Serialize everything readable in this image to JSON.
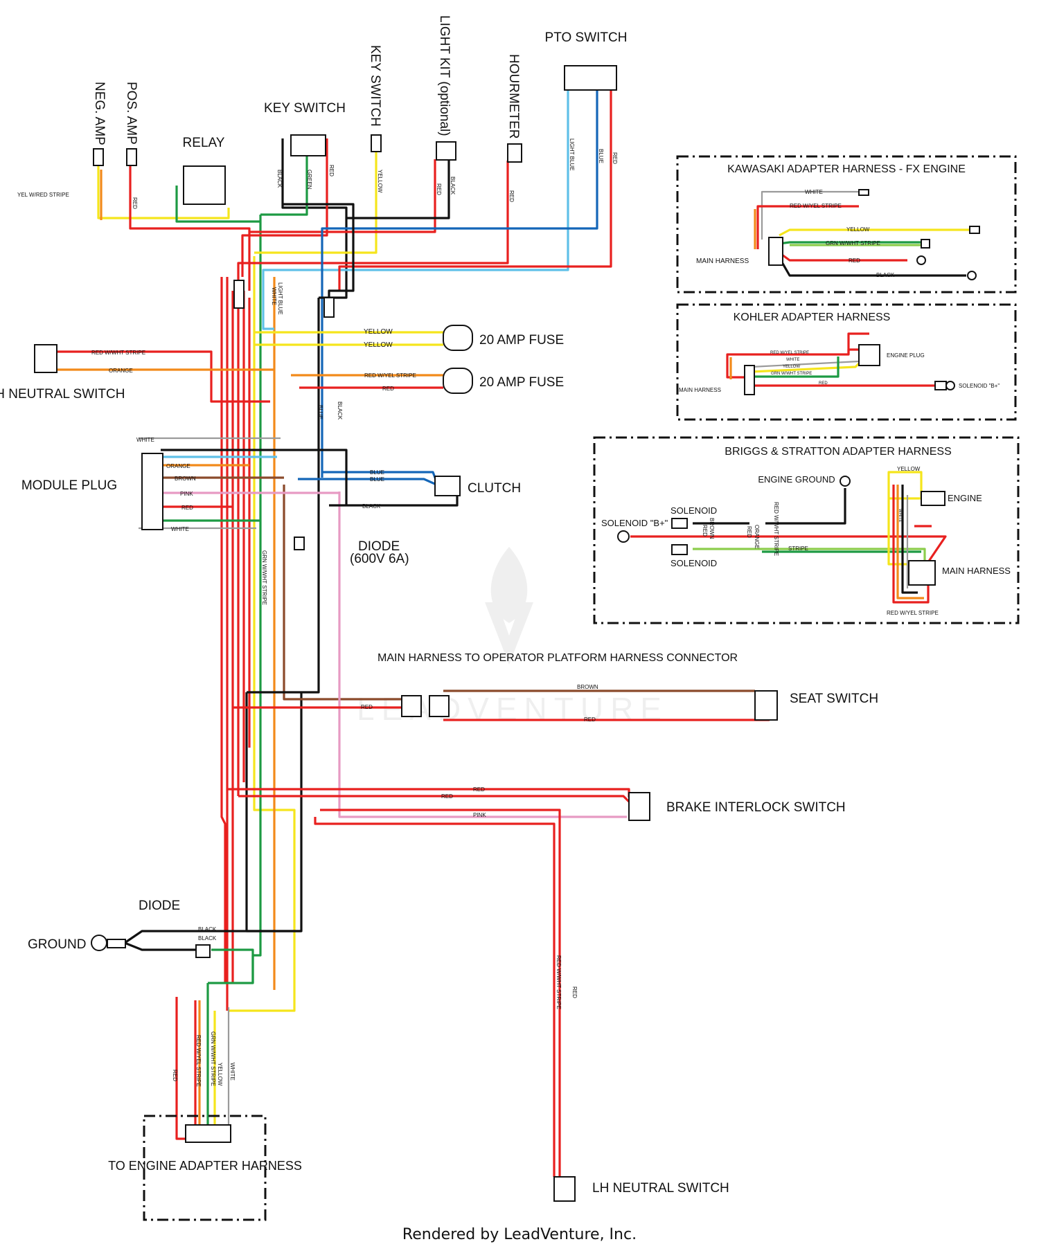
{
  "colors": {
    "red": "#e8201f",
    "yellow": "#f5e51c",
    "green": "#1d9a43",
    "black": "#111111",
    "blue": "#1466b8",
    "lightblue": "#5fc0e8",
    "orange": "#f28a1a",
    "brown": "#8b4a2b",
    "pink": "#e79ac3",
    "white": "#9a9a9a",
    "lightgreen": "#8ccd4c"
  },
  "components": {
    "neg_amp": "NEG. AMP",
    "pos_amp": "POS. AMP",
    "relay": "RELAY",
    "key_switch_top": "KEY SWITCH",
    "key_switch_v": "KEY SWITCH",
    "light_kit": "LIGHT KIT (optional)",
    "hourmeter": "HOURMETER",
    "pto_switch": "PTO SWITCH",
    "rh_neutral": "RH NEUTRAL SWITCH",
    "module_plug": "MODULE PLUG",
    "fuse1": "20 AMP FUSE",
    "fuse2": "20 AMP FUSE",
    "clutch": "CLUTCH",
    "diode_main": "DIODE",
    "diode_rating": "(600V 6A)",
    "main_harness_conn": "MAIN HARNESS TO OPERATOR PLATFORM HARNESS CONNECTOR",
    "seat_switch": "SEAT SWITCH",
    "brake_switch": "BRAKE INTERLOCK SWITCH",
    "diode_ground": "DIODE",
    "ground": "GROUND",
    "engine_adapter": "TO ENGINE ADAPTER HARNESS",
    "lh_neutral": "LH NEUTRAL SWITCH"
  },
  "wires": {
    "yel_red_stripe": "YEL W/RED STRIPE",
    "red": "RED",
    "black": "BLACK",
    "green": "GREEN",
    "yellow": "YELLOW",
    "light_blue": "LIGHT BLUE",
    "blue": "BLUE",
    "white": "WHITE",
    "red_wht_stripe": "RED W/WHT STRIPE",
    "orange": "ORANGE",
    "red_yel_stripe": "RED W/YEL STRIPE",
    "brown": "BROWN",
    "pink": "PINK",
    "grn_wht_stripe": "GRN W/WHT STRIPE",
    "red_yel_stripe2": "RED W/YEL STRIPE",
    "grn_wht_stripe2": "GRN W/WHT STRIPE"
  },
  "kawasaki": {
    "title": "KAWASAKI ADAPTER HARNESS - FX ENGINE",
    "white": "WHITE",
    "red_yel": "RED W/YEL STRIPE",
    "yellow": "YELLOW",
    "grn_wht": "GRN W/WHT STRIPE",
    "red": "RED",
    "black": "BLACK",
    "main_harness": "MAIN HARNESS"
  },
  "kohler": {
    "title": "KOHLER ADAPTER HARNESS",
    "red_yel": "RED W/YEL STRIPE",
    "white": "WHITE",
    "yellow": "YELLOW",
    "grn_wht": "GRN W/WHT STRIPE",
    "red": "RED",
    "engine_plug": "ENGINE PLUG",
    "solenoid": "SOLENOID \"B+\"",
    "main_harness": "MAIN HARNESS"
  },
  "briggs": {
    "title": "BRIGGS & STRATTON ADAPTER HARNESS",
    "engine_ground": "ENGINE GROUND",
    "yellow": "YELLOW",
    "engine": "ENGINE",
    "solenoid1": "SOLENOID",
    "solenoid_b": "SOLENOID \"B+\"",
    "solenoid2": "SOLENOID",
    "brown": "BROWN",
    "red": "RED",
    "orange": "ORANGE",
    "red_wht": "RED W/WHT STRIPE",
    "stripe": "STRIPE",
    "white": "WHITE",
    "main_harness": "MAIN HARNESS",
    "red_yel": "RED W/YEL STRIPE"
  },
  "watermark": "LEADVENTURE",
  "footer": "Rendered by LeadVenture, Inc."
}
